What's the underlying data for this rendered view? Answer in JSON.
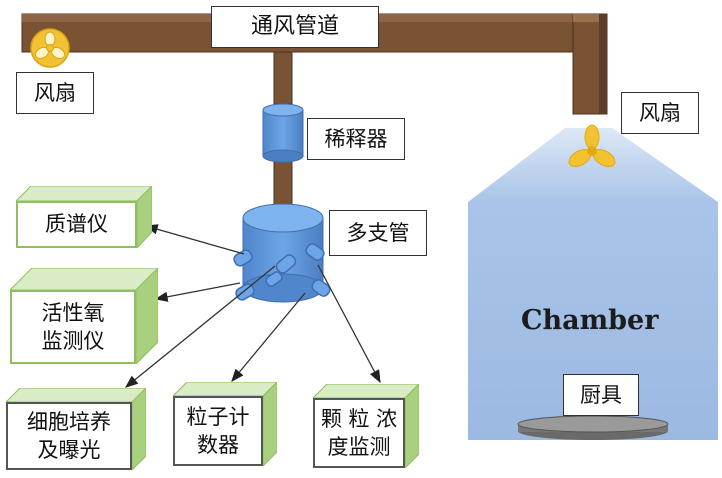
{
  "duct": {
    "label": "通风管道"
  },
  "fans": {
    "left_label": "风扇",
    "right_label": "风扇"
  },
  "diluter": {
    "label": "稀释器"
  },
  "manifold": {
    "label": "多支管"
  },
  "instruments": {
    "mass_spec": "质谱仪",
    "ros_monitor_line1": "活性氧",
    "ros_monitor_line2": "监测仪",
    "cell_culture_line1": "细胞培养",
    "cell_culture_line2": "及曝光",
    "particle_counter_line1": "粒子计",
    "particle_counter_line2": "数器",
    "concentration_line1": "颗 粒 浓",
    "concentration_line2": "度监测"
  },
  "chamber": {
    "label": "Chamber",
    "stove_label": "厨具"
  },
  "colors": {
    "duct": "#7a5234",
    "manifold": "#5b93d6",
    "chamber": "#a3c0e6",
    "box_green": "#8fbf60",
    "fan": "#f2c232"
  }
}
